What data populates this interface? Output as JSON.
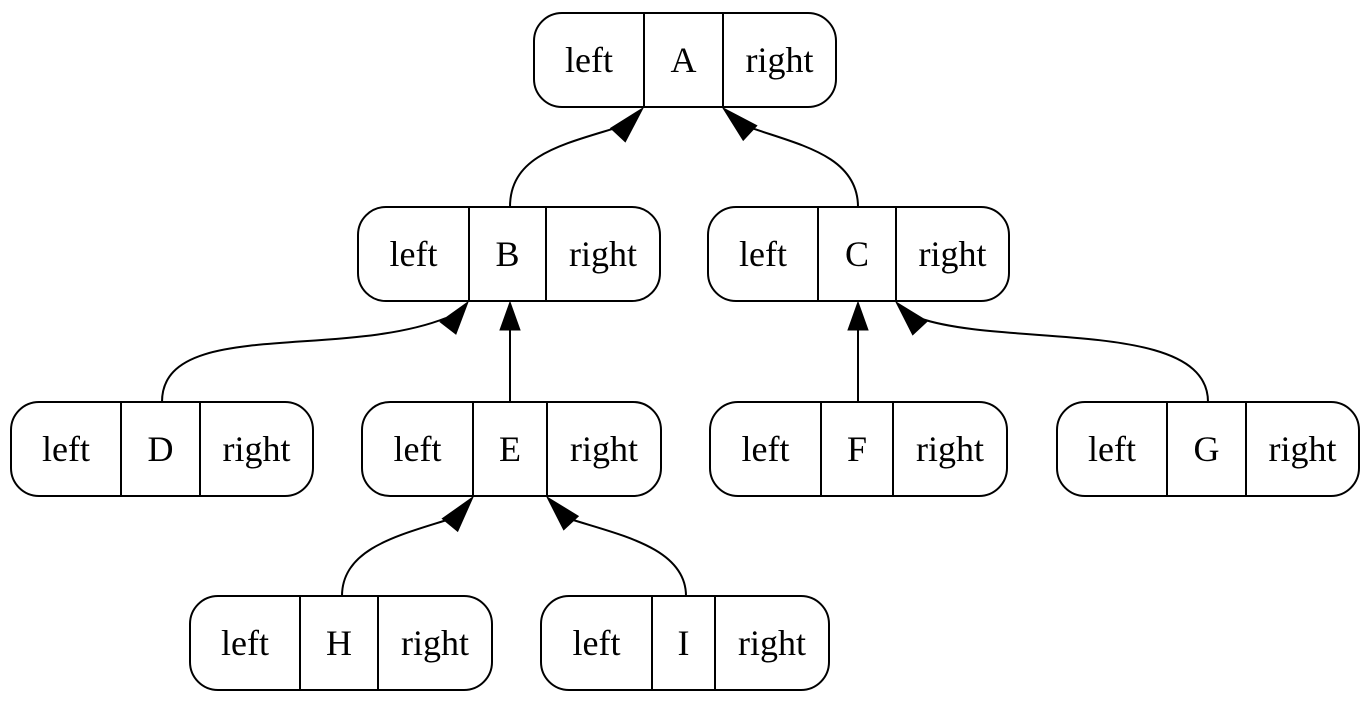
{
  "nodes": [
    {
      "id": "A",
      "ports": [
        "left",
        "A",
        "right"
      ]
    },
    {
      "id": "B",
      "ports": [
        "left",
        "B",
        "right"
      ]
    },
    {
      "id": "C",
      "ports": [
        "left",
        "C",
        "right"
      ]
    },
    {
      "id": "D",
      "ports": [
        "left",
        "D",
        "right"
      ]
    },
    {
      "id": "E",
      "ports": [
        "left",
        "E",
        "right"
      ]
    },
    {
      "id": "F",
      "ports": [
        "left",
        "F",
        "right"
      ]
    },
    {
      "id": "G",
      "ports": [
        "left",
        "G",
        "right"
      ]
    },
    {
      "id": "H",
      "ports": [
        "left",
        "H",
        "right"
      ]
    },
    {
      "id": "I",
      "ports": [
        "left",
        "I",
        "right"
      ]
    }
  ],
  "edges": [
    {
      "from": "B",
      "to": "A",
      "to_port": "left"
    },
    {
      "from": "C",
      "to": "A",
      "to_port": "right"
    },
    {
      "from": "D",
      "to": "B",
      "to_port": "left"
    },
    {
      "from": "E",
      "to": "B",
      "to_port": "label"
    },
    {
      "from": "F",
      "to": "C",
      "to_port": "label"
    },
    {
      "from": "G",
      "to": "C",
      "to_port": "right"
    },
    {
      "from": "H",
      "to": "E",
      "to_port": "left"
    },
    {
      "from": "I",
      "to": "E",
      "to_port": "right"
    }
  ],
  "colors": {
    "stroke": "#000000",
    "fill": "#ffffff",
    "text": "#000000"
  }
}
